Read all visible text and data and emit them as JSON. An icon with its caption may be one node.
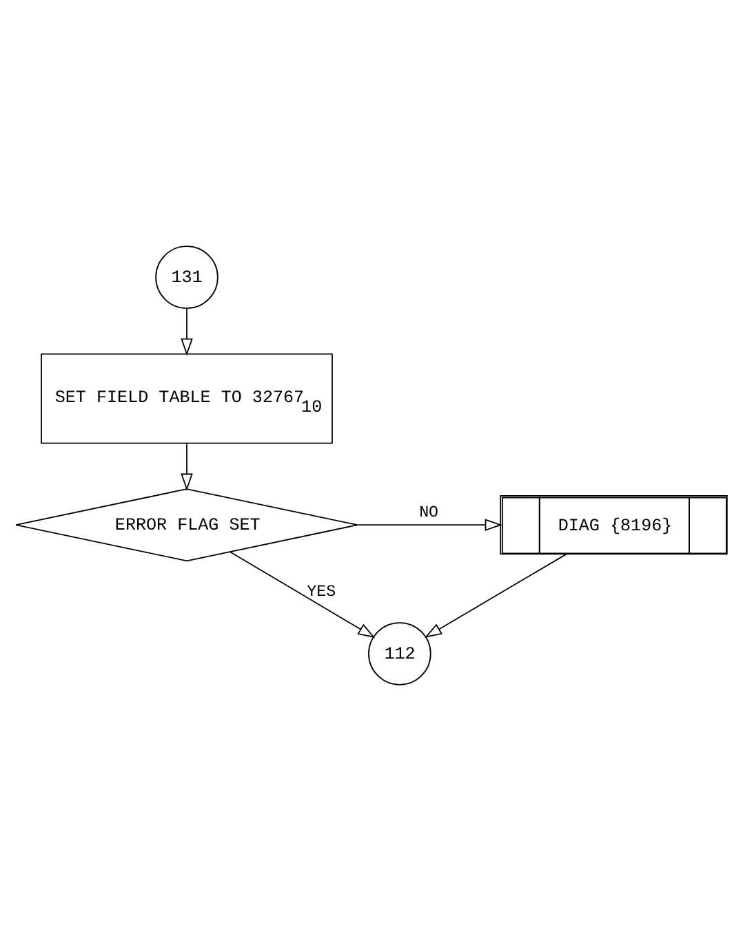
{
  "diagram": {
    "nodes": [
      {
        "text": [
          "131"
        ]
      },
      {
        "text": [
          "SET FIELD TABLE TO 32767$_{10}$"
        ]
      },
      {
        "text": [
          "ERROR FLAG SET"
        ]
      },
      {
        "text": [
          "DIAG {8196}"
        ]
      },
      {
        "text": [
          "112"
        ]
      }
    ],
    "edges": [
      {
        "from": 0,
        "to": 1,
        "arrow": "to"
      },
      {
        "from": 1,
        "to": 2,
        "arrow": "to"
      },
      {
        "from": 2,
        "to": 3,
        "arrow": "to",
        "label": "NO"
      },
      {
        "from": 2,
        "to": 4,
        "arrow": "to",
        "label": "YES"
      },
      {
        "from": 3,
        "to": 4,
        "arrow": "to"
      }
    ]
  }
}
